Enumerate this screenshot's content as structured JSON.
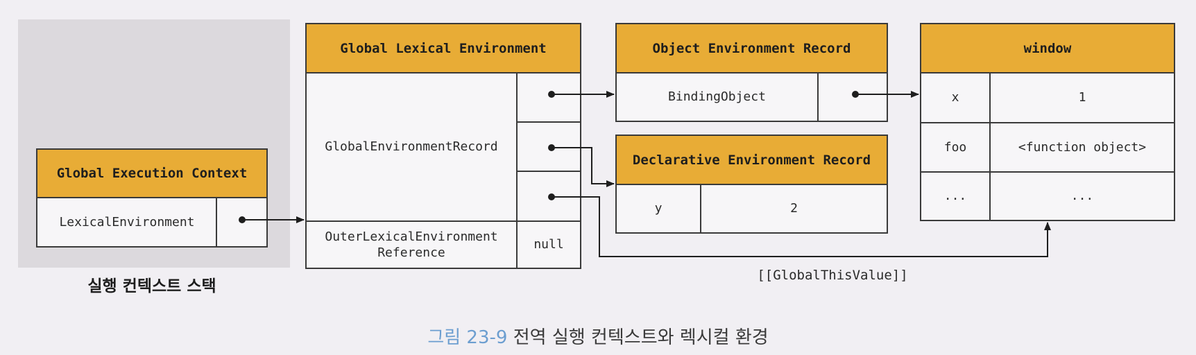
{
  "gec": {
    "title": "Global Execution Context",
    "lexical_environment": "LexicalEnvironment"
  },
  "stack_label": "실행 컨텍스트 스택",
  "gle": {
    "title": "Global Lexical Environment",
    "record": "GlobalEnvironmentRecord",
    "outer_ref": "OuterLexicalEnvironment\nReference",
    "outer_value": "null"
  },
  "oer": {
    "title": "Object Environment Record",
    "binding": "BindingObject"
  },
  "der": {
    "title": "Declarative Environment Record",
    "key": "y",
    "value": "2"
  },
  "window": {
    "title": "window",
    "rows": [
      {
        "key": "x",
        "value": "1"
      },
      {
        "key": "foo",
        "value": "<function object>"
      },
      {
        "key": "...",
        "value": "..."
      }
    ]
  },
  "global_this_label": "[[GlobalThisValue]]",
  "caption": {
    "number": "그림 23-9",
    "text": "전역 실행 컨텍스트와 렉시컬 환경"
  }
}
